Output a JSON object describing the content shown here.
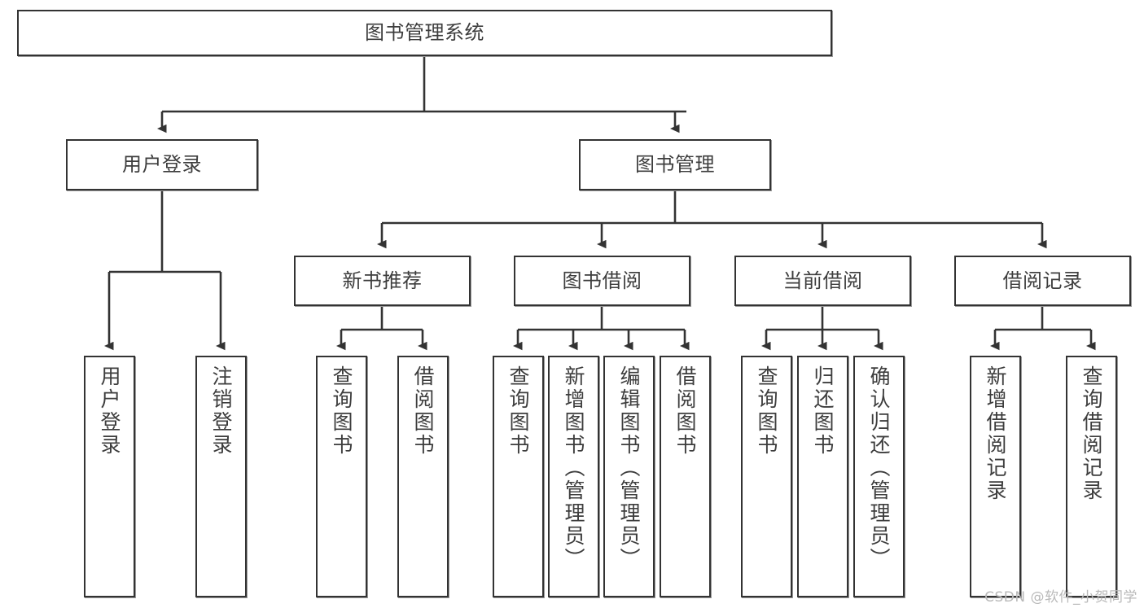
{
  "diagram": {
    "type": "tree-hierarchy",
    "title": "图书管理系统",
    "colors": {
      "node_border": "#333333",
      "node_fill": "#ffffff",
      "connector": "#333333",
      "text": "#3d3d3d",
      "watermark": "#b9b9b9",
      "background": "#ffffff"
    },
    "root": {
      "label": "图书管理系统"
    },
    "level1": [
      {
        "id": "user-login",
        "label": "用户登录"
      },
      {
        "id": "book-manage",
        "label": "图书管理"
      }
    ],
    "level2": [
      {
        "id": "new-book-recommend",
        "label": "新书推荐",
        "parent": "book-manage"
      },
      {
        "id": "book-borrow",
        "label": "图书借阅",
        "parent": "book-manage"
      },
      {
        "id": "current-borrow",
        "label": "当前借阅",
        "parent": "book-manage"
      },
      {
        "id": "borrow-record",
        "label": "借阅记录",
        "parent": "book-manage"
      }
    ],
    "leaves": [
      {
        "id": "leaf-user-login",
        "label": "用户登录",
        "parent": "user-login"
      },
      {
        "id": "leaf-logout-login",
        "label": "注销登录",
        "parent": "user-login"
      },
      {
        "id": "leaf-query-book-1",
        "label": "查询图书",
        "parent": "new-book-recommend"
      },
      {
        "id": "leaf-borrow-book-1",
        "label": "借阅图书",
        "parent": "new-book-recommend"
      },
      {
        "id": "leaf-query-book-2",
        "label": "查询图书",
        "parent": "book-borrow"
      },
      {
        "id": "leaf-add-book",
        "label": "新增图书（管理员）",
        "parent": "book-borrow"
      },
      {
        "id": "leaf-edit-book",
        "label": "编辑图书（管理员）",
        "parent": "book-borrow"
      },
      {
        "id": "leaf-borrow-book-2",
        "label": "借阅图书",
        "parent": "book-borrow"
      },
      {
        "id": "leaf-query-book-3",
        "label": "查询图书",
        "parent": "current-borrow"
      },
      {
        "id": "leaf-return-book",
        "label": "归还图书",
        "parent": "current-borrow"
      },
      {
        "id": "leaf-confirm-return",
        "label": "确认归还（管理员）",
        "parent": "current-borrow"
      },
      {
        "id": "leaf-add-record",
        "label": "新增借阅记录",
        "parent": "borrow-record"
      },
      {
        "id": "leaf-query-record",
        "label": "查询借阅记录",
        "parent": "borrow-record"
      }
    ],
    "watermark": "CSDN @软件_小贺同学"
  }
}
